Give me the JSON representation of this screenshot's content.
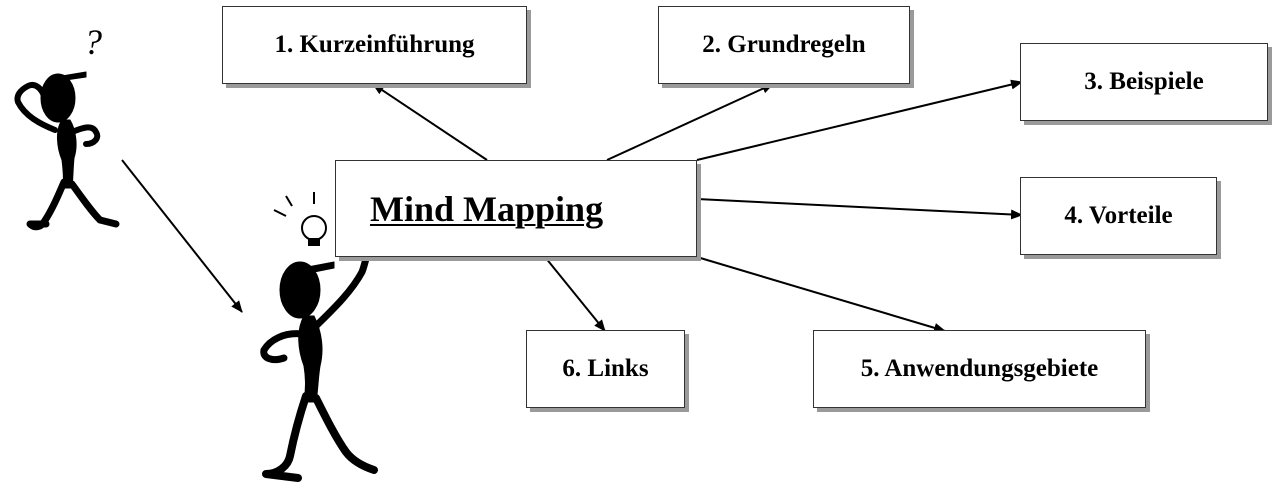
{
  "title": "Mind Mapping",
  "nodes": [
    {
      "label": "1. Kurzeinführung"
    },
    {
      "label": "2. Grundregeln"
    },
    {
      "label": "3. Beispiele"
    },
    {
      "label": "4. Vorteile"
    },
    {
      "label": "5. Anwendungsgebiete"
    },
    {
      "label": "6. Links"
    }
  ],
  "question_mark": "?",
  "colors": {
    "line": "#000000",
    "shadow": "#9a9a9a",
    "background": "#ffffff"
  }
}
